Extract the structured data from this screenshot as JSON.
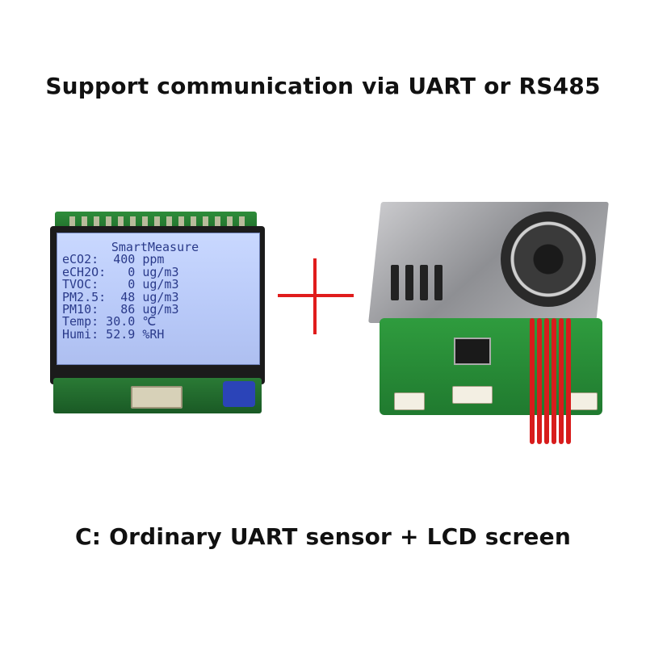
{
  "headline": "Support communication via UART or RS485",
  "caption": "C: Ordinary UART sensor + LCD screen",
  "lcd": {
    "title": "SmartMeasure",
    "rows": [
      "eCO2:  400 ppm",
      "eCH2O:   0 ug/m3",
      "TVOC:    0 ug/m3",
      "PM2.5:  48 ug/m3",
      "PM10:   86 ug/m3",
      "Temp: 30.0 ℃",
      "Humi: 52.9 %RH"
    ]
  },
  "colors": {
    "plus": "#e01c1c",
    "lcd_text": "#2a3a8a",
    "lcd_background": "#bccdfa",
    "pcb": "#2a8a38"
  }
}
